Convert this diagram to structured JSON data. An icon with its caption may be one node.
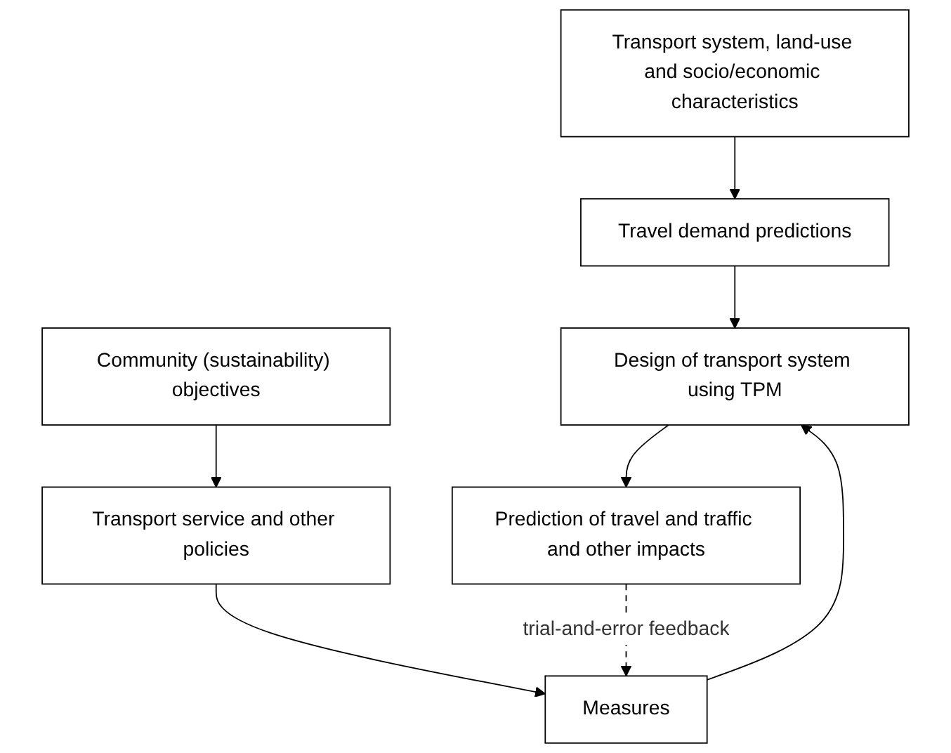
{
  "diagram": {
    "nodes": [
      {
        "text": [
          "Transport system, land-use and socio/economic characteristics"
        ]
      },
      {
        "text": [
          "Community (sustainability) objectives"
        ]
      },
      {
        "text": [
          "Travel demand predictions"
        ]
      },
      {
        "text": [
          "Transport service and other policies"
        ]
      },
      {
        "text": [
          "Design of transport system using TPM"
        ]
      },
      {
        "text": [
          "Measures"
        ]
      },
      {
        "text": [
          "Prediction of travel and traffic and other impacts"
        ]
      }
    ],
    "edges": [
      {
        "from": 0,
        "to": 2,
        "arrow": "to"
      },
      {
        "from": 2,
        "to": 4,
        "arrow": "to"
      },
      {
        "from": 4,
        "to": 6,
        "arrow": "to"
      },
      {
        "from": 1,
        "to": 3,
        "arrow": "to"
      },
      {
        "from": 3,
        "to": 5,
        "arrow": "to"
      },
      {
        "from": 5,
        "to": 4,
        "arrow": "to"
      },
      {
        "from": 6,
        "to": 5,
        "arrow": "to",
        "label": "trial-and-error feedback",
        "style": "dashed"
      }
    ]
  }
}
